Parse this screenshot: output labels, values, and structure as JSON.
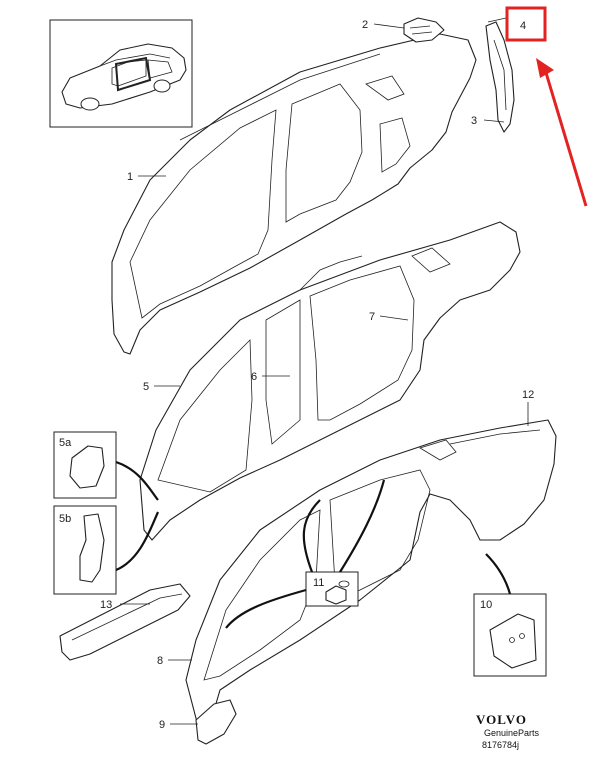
{
  "callouts": [
    {
      "id": "1",
      "text": "1"
    },
    {
      "id": "2",
      "text": "2"
    },
    {
      "id": "3",
      "text": "3"
    },
    {
      "id": "4",
      "text": "4"
    },
    {
      "id": "5",
      "text": "5"
    },
    {
      "id": "5a",
      "text": "5a"
    },
    {
      "id": "5b",
      "text": "5b"
    },
    {
      "id": "6",
      "text": "6"
    },
    {
      "id": "7",
      "text": "7"
    },
    {
      "id": "8",
      "text": "8"
    },
    {
      "id": "9",
      "text": "9"
    },
    {
      "id": "10",
      "text": "10"
    },
    {
      "id": "11",
      "text": "11"
    },
    {
      "id": "12",
      "text": "12"
    },
    {
      "id": "13",
      "text": "13"
    }
  ],
  "branding": {
    "logo_text": "VOLVO",
    "subtitle": "GenuineParts",
    "part_code": "8176784j"
  },
  "highlight": {
    "color": "#e32222",
    "target": "4"
  }
}
